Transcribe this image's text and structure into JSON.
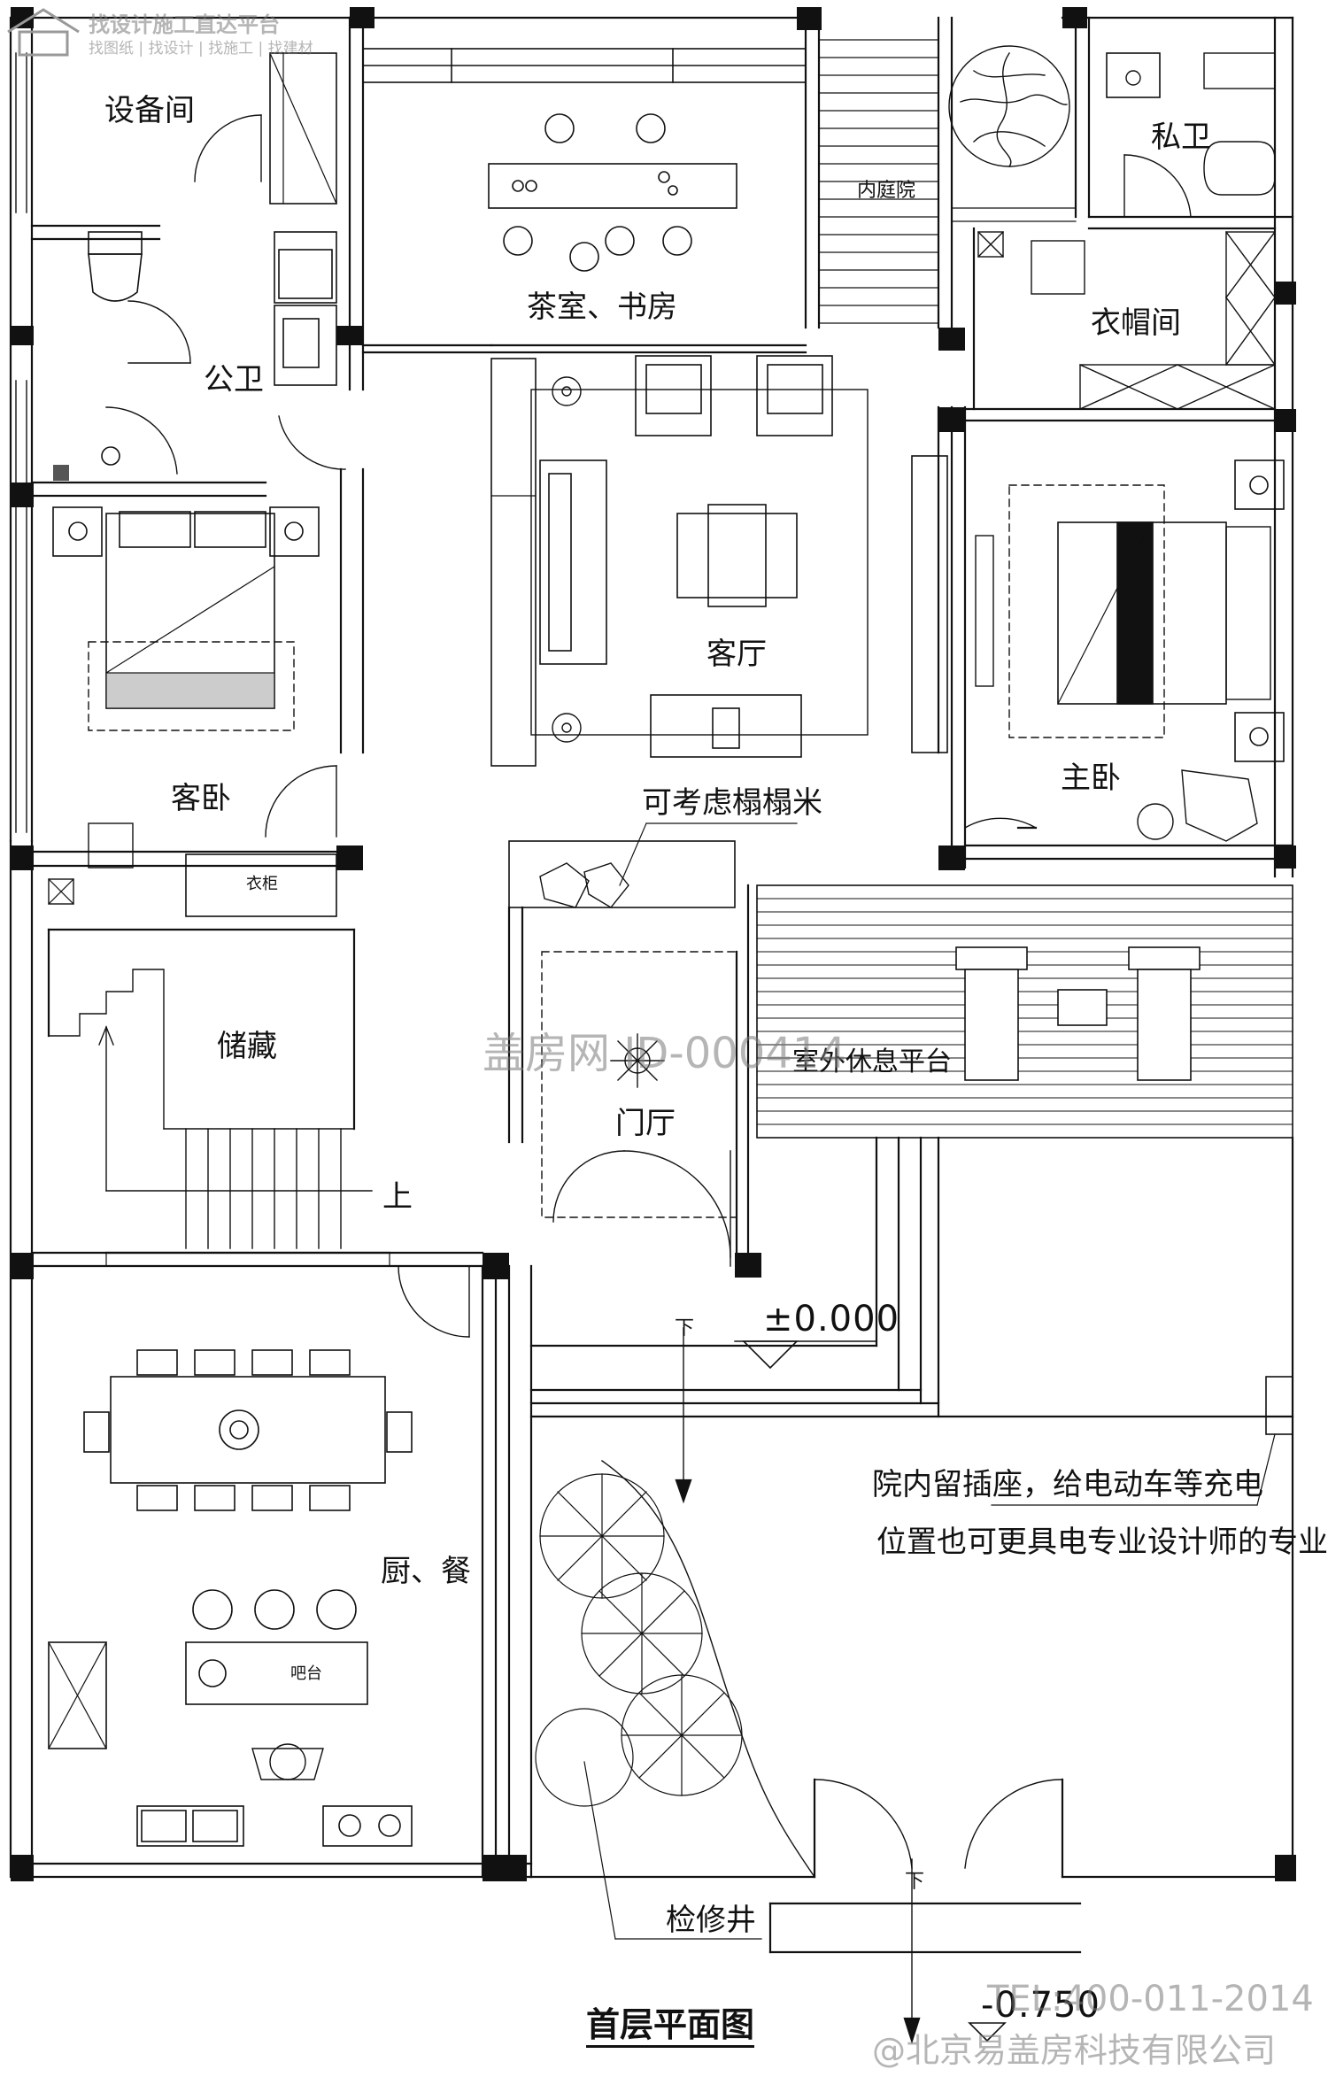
{
  "brand": {
    "header_top": "找设计施工直达平台",
    "header_links": "找图纸 | 找设计 | 找施工 | 找建材",
    "watermark_center": "盖房网 ID-000414",
    "contact": "TEL:400-011-2014",
    "company": "@北京易盖房科技有限公司"
  },
  "rooms": {
    "equipment_room": "设备间",
    "tea_study": "茶室、书房",
    "inner_courtyard": "内庭院",
    "private_bath": "私卫",
    "closet": "衣帽间",
    "public_bath": "公卫",
    "living_room": "客厅",
    "guest_bedroom": "客卧",
    "master_bedroom": "主卧",
    "wardrobe": "衣柜",
    "storage": "储藏",
    "foyer": "门厅",
    "outdoor_deck": "室外休息平台",
    "kitchen_dining": "厨、餐",
    "bar_counter": "吧台",
    "inspection_well": "检修井"
  },
  "annotations": {
    "tatami": "可考虑榻榻米",
    "stairs_up": "上",
    "down_mark": "下",
    "elevation_zero": "±0.000",
    "elevation_minus": "-0.750",
    "charging_note_1": "院内留插座，给电动车等充电",
    "charging_note_2": "位置也可更具电专业设计师的专业来定"
  },
  "drawing_title": "首层平面图"
}
